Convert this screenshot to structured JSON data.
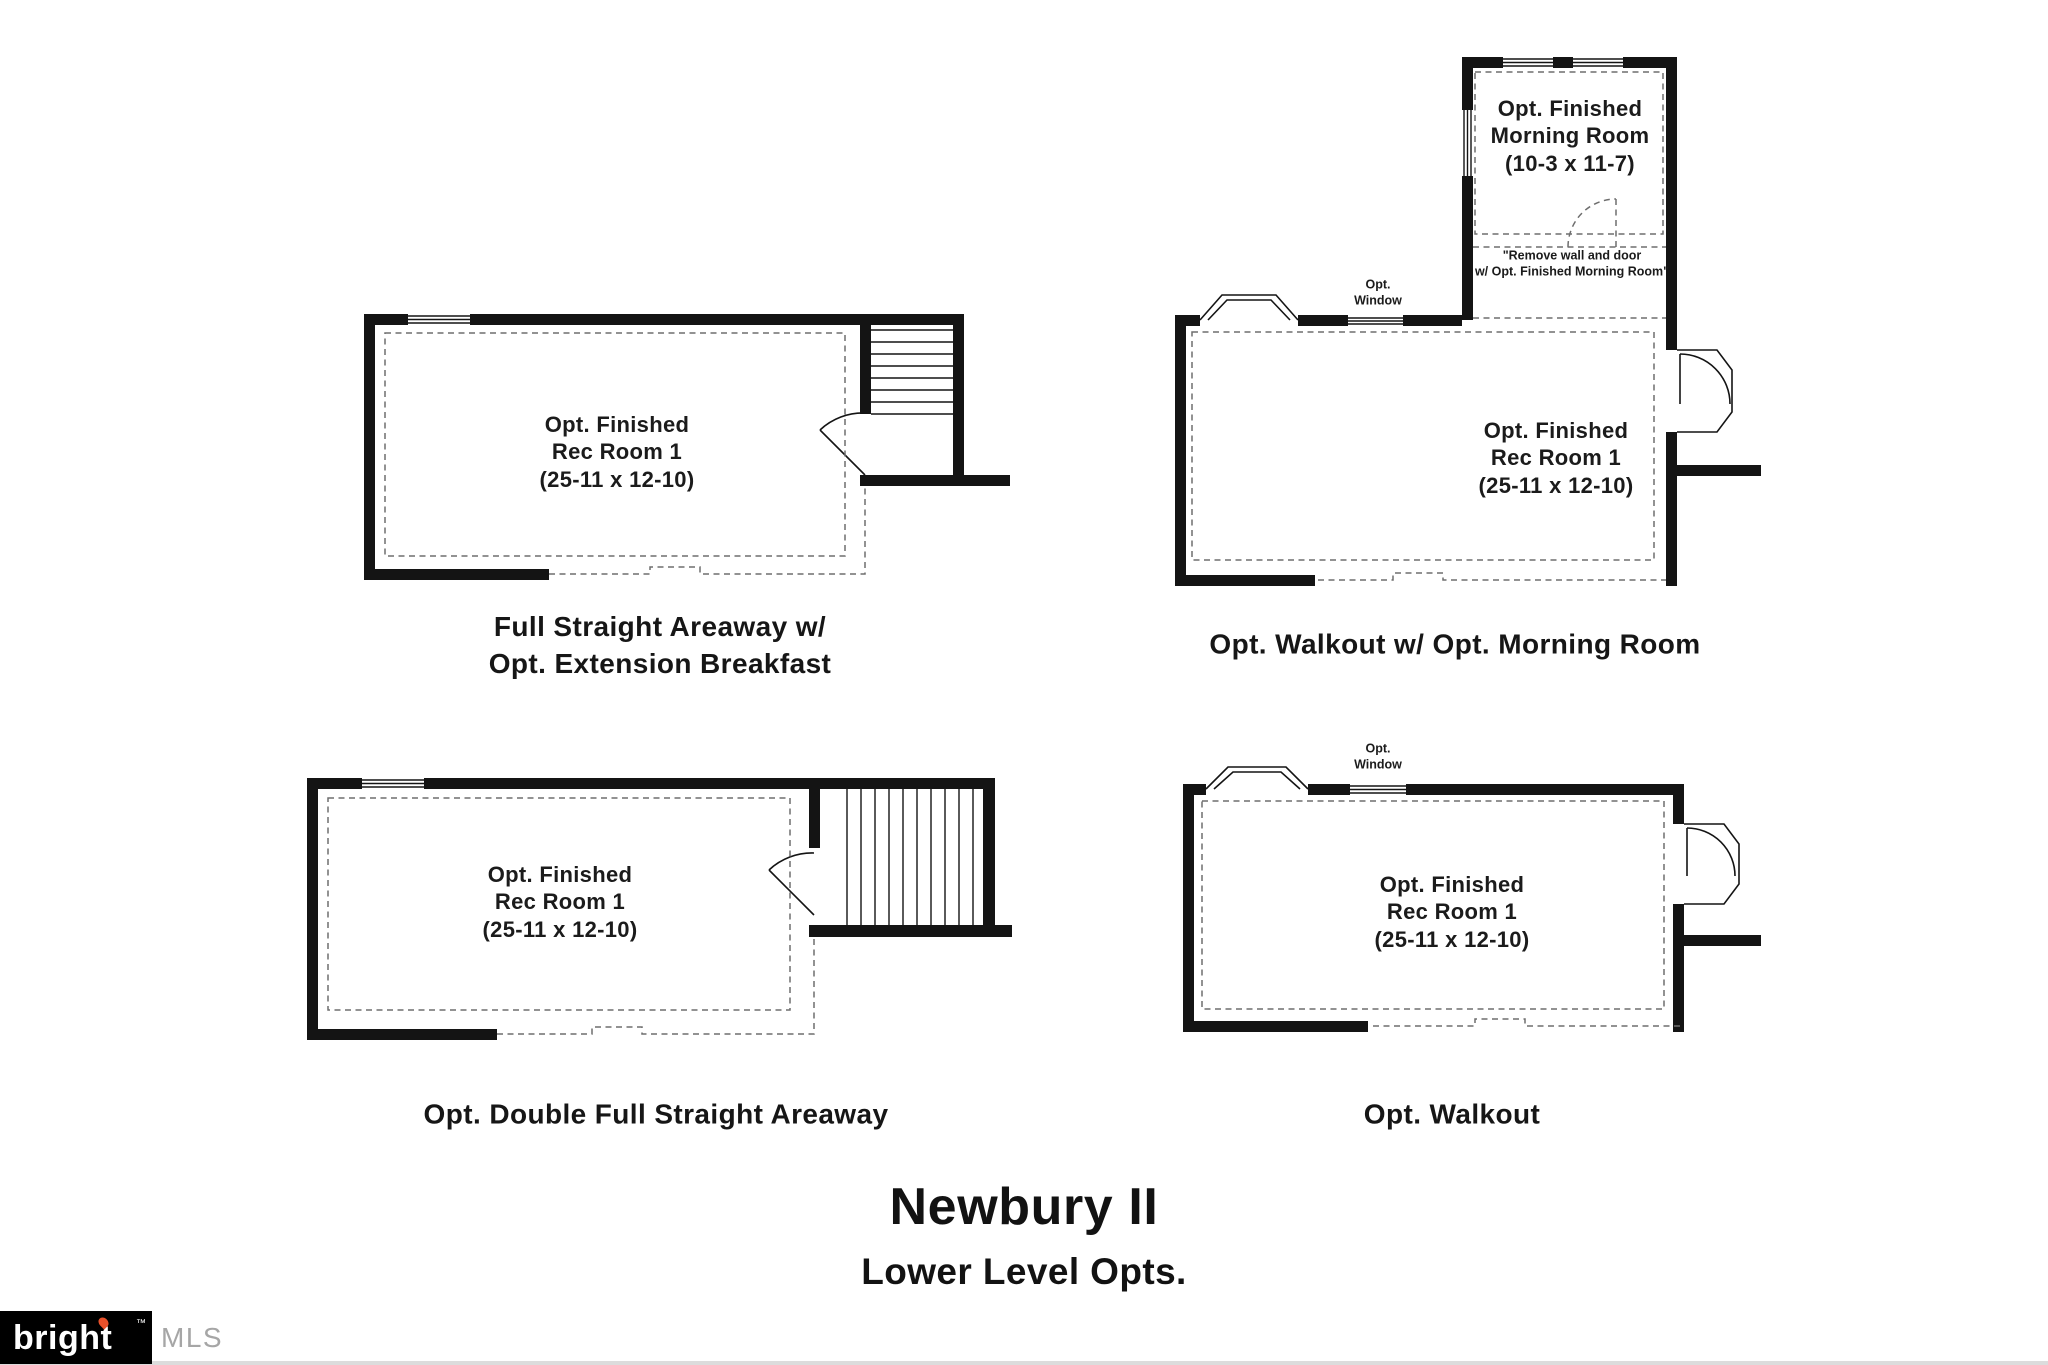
{
  "page": {
    "title": "Newbury II",
    "subtitle": "Lower Level Opts."
  },
  "plans": {
    "full_straight_areaway": {
      "caption": "Full Straight Areaway w/\nOpt. Extension Breakfast",
      "room_label": "Opt. Finished\nRec Room 1\n(25-11 x 12-10)"
    },
    "walkout_morning_room": {
      "caption": "Opt. Walkout w/ Opt. Morning Room",
      "room_label": "Opt. Finished\nRec Room 1\n(25-11 x 12-10)",
      "morning_room_label": "Opt. Finished\nMorning Room\n(10-3 x 11-7)",
      "opt_window_label": "Opt.\nWindow",
      "remove_wall_note": "\"Remove wall and door\nw/ Opt. Finished Morning Room\""
    },
    "double_full_straight_areaway": {
      "caption": "Opt. Double Full Straight Areaway",
      "room_label": "Opt. Finished\nRec Room 1\n(25-11 x 12-10)"
    },
    "walkout": {
      "caption": "Opt. Walkout",
      "room_label": "Opt. Finished\nRec Room 1\n(25-11 x 12-10)",
      "opt_window_label": "Opt.\nWindow"
    }
  },
  "logo": {
    "brand": "bright",
    "trademark": "™",
    "suffix": "MLS"
  },
  "colors": {
    "wall": "#141414",
    "dashed_line": "#6e6e6e",
    "text": "#1b1b1b",
    "flame": "#e8502a",
    "mls_gray": "#a6a6a6"
  }
}
